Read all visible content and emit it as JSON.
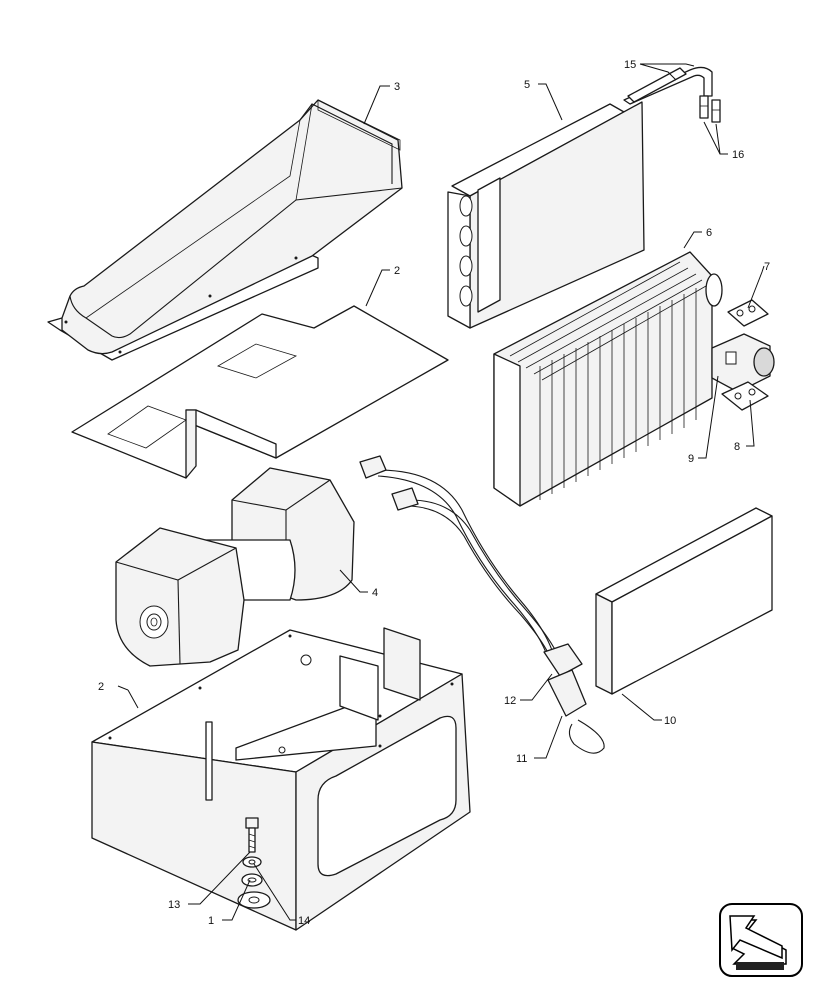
{
  "callouts": {
    "c1": "1",
    "c2_top": "2",
    "c2_bottom": "2",
    "c3": "3",
    "c4": "4",
    "c5": "5",
    "c6": "6",
    "c7": "7",
    "c8": "8",
    "c9": "9",
    "c10": "10",
    "c11": "11",
    "c12": "12",
    "c13": "13",
    "c14": "14",
    "c15": "15",
    "c16": "16"
  },
  "nav_icon": {
    "name": "next-page-arrow-icon",
    "arrow_color": "#222222",
    "outline_color": "#000000"
  }
}
